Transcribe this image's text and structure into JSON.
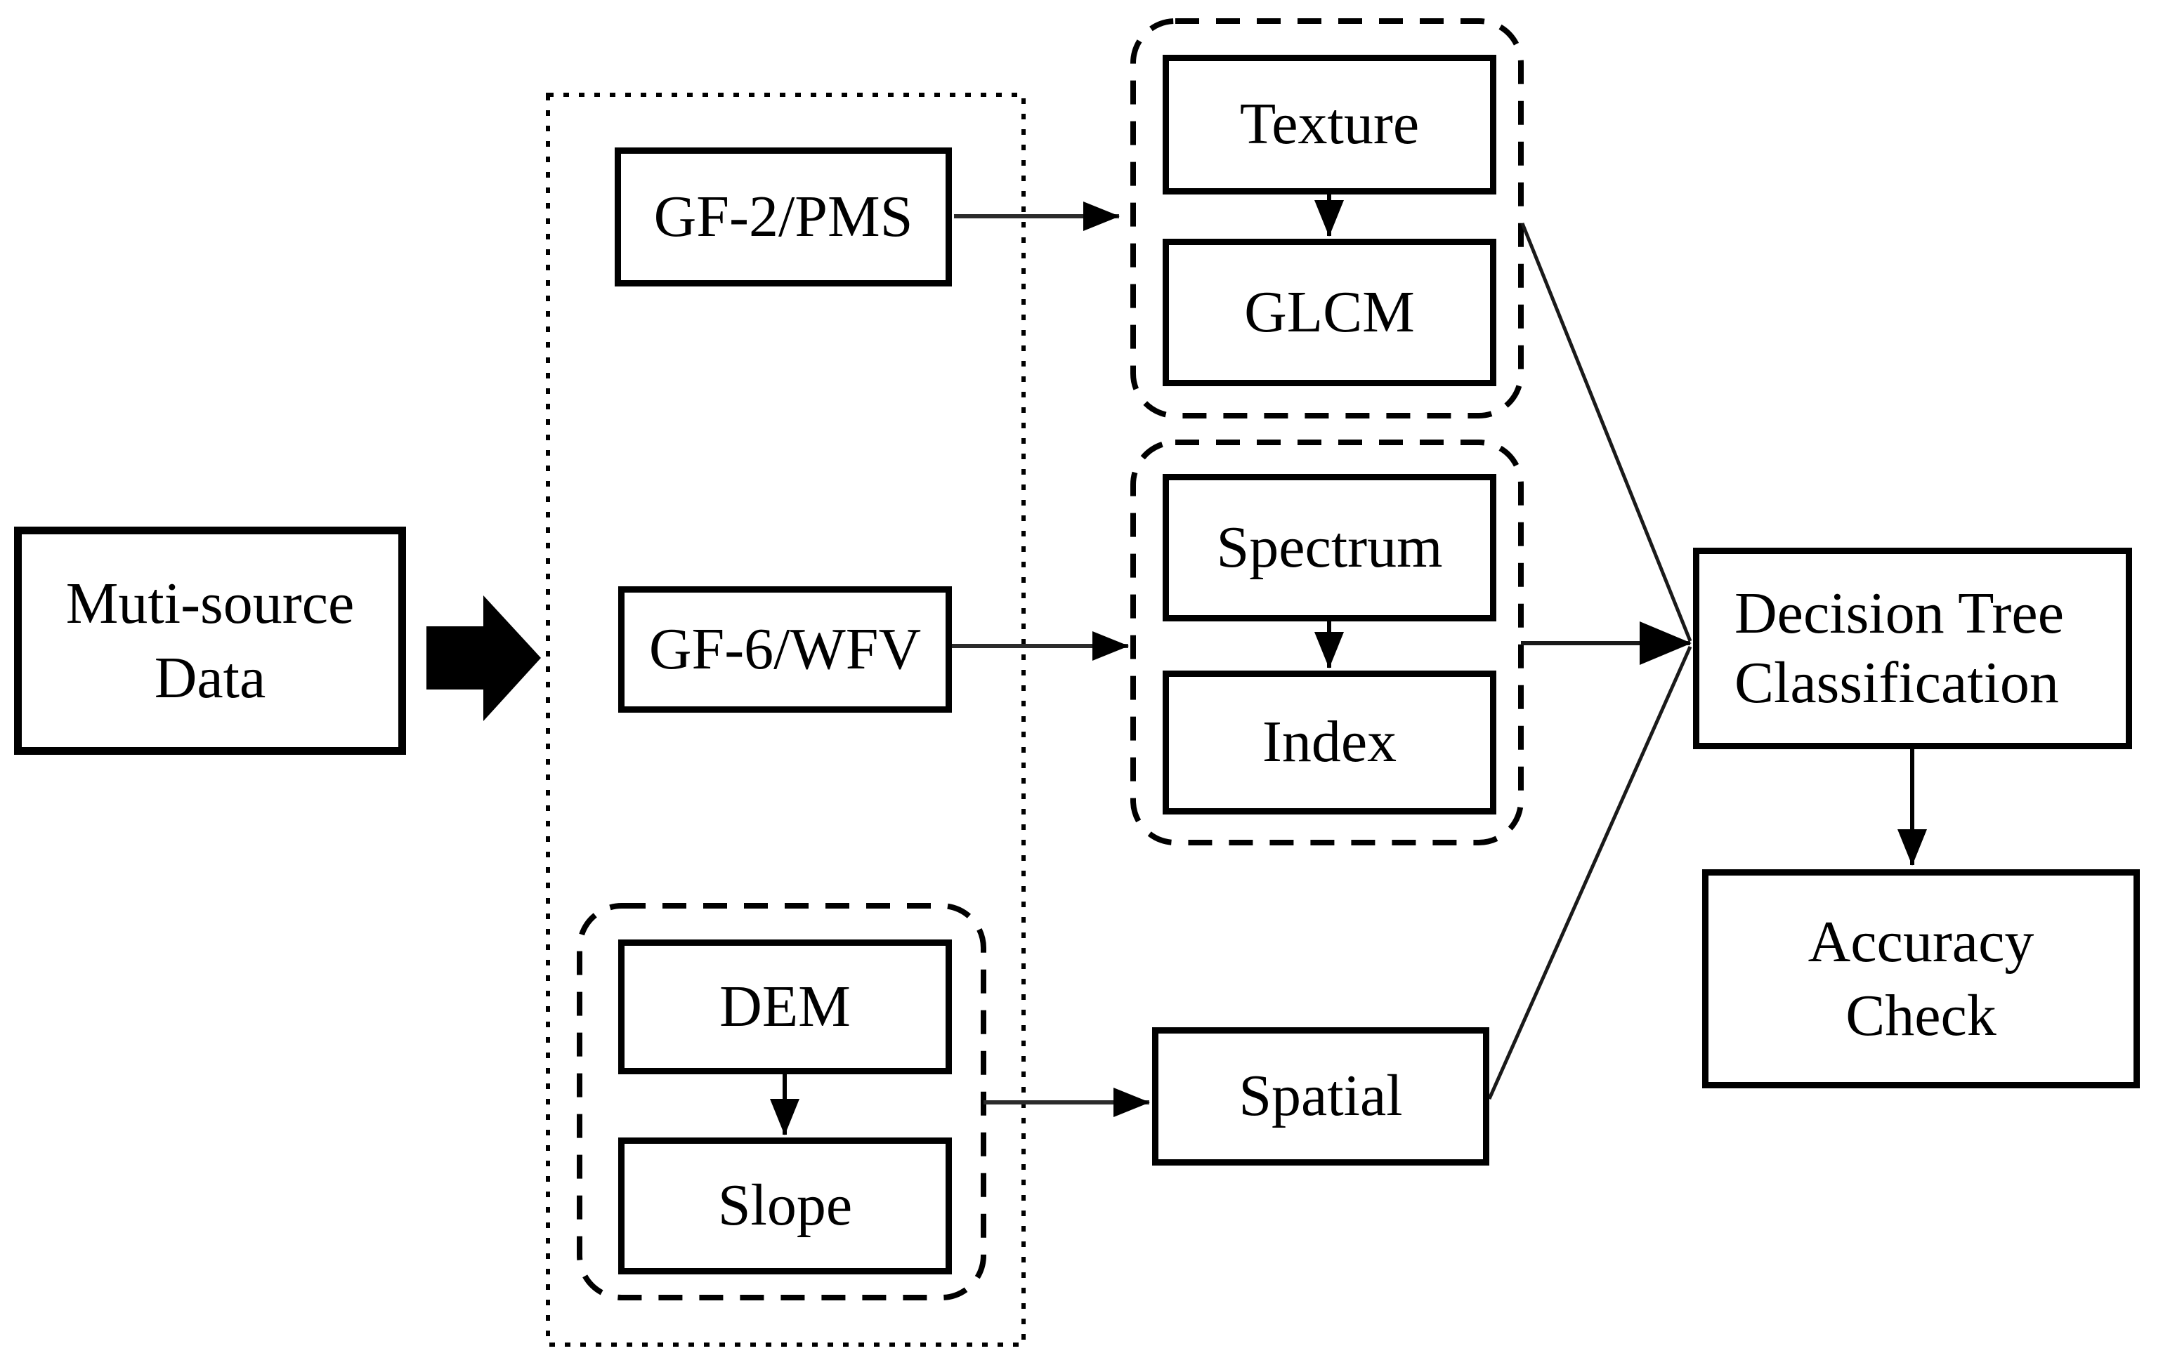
{
  "diagram": {
    "background": "#ffffff",
    "ink": "#000000",
    "nodes": {
      "multi_source": {
        "line1": "Muti-source",
        "line2": "Data"
      },
      "gf2": {
        "label": "GF-2/PMS"
      },
      "gf6": {
        "label": "GF-6/WFV"
      },
      "dem": {
        "label": "DEM"
      },
      "slope": {
        "label": "Slope"
      },
      "texture": {
        "label": "Texture"
      },
      "glcm": {
        "label": "GLCM"
      },
      "spectrum": {
        "label": "Spectrum"
      },
      "index": {
        "label": "Index"
      },
      "spatial": {
        "label": "Spatial"
      },
      "decision_tree": {
        "line1": "Decision Tree",
        "line2": "Classification"
      },
      "accuracy_check": {
        "line1": "Accuracy",
        "line2": "Check"
      }
    }
  }
}
